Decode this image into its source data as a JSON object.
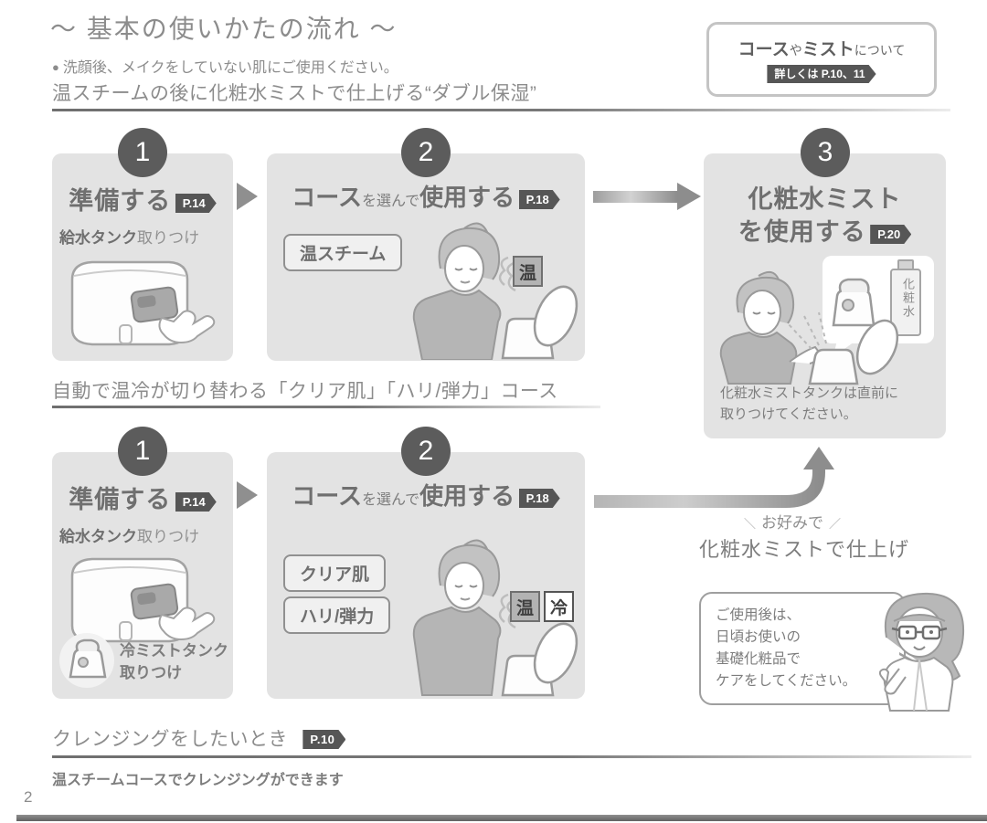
{
  "page": {
    "title": "～ 基本の使いかたの流れ ～",
    "note": "洗顔後、メイクをしていない肌にご使用ください。",
    "number": "2"
  },
  "icons": {
    "bullet": "●"
  },
  "info_box": {
    "part_bold1": "コース",
    "part_small1": "や",
    "part_bold2": "ミスト",
    "part_small2": "について",
    "badge": "詳しくは P.10、11"
  },
  "sections": {
    "double_moist": "温スチームの後に化粧水ミストで仕上げる“ダブル保湿”",
    "auto_course": "自動で温冷が切り替わる「クリア肌」「ハリ/弾力」コース"
  },
  "steps": {
    "prepare": {
      "number": "1",
      "title": "準備する",
      "page_badge": "P.14",
      "caption_bold": "給水タンク",
      "caption_rest": "取りつけ"
    },
    "course": {
      "number": "2",
      "title_main1": "コース",
      "title_small": "を選んで",
      "title_main2": "使用する",
      "page_badge": "P.18",
      "label_steam": "温スチーム",
      "label_clear": "クリア肌",
      "label_firm": "ハリ/弾力",
      "badge_warm": "温",
      "badge_cold": "冷"
    },
    "mist": {
      "number": "3",
      "title_line1": "化粧水ミスト",
      "title_line2": "を使用する",
      "page_badge": "P.20",
      "bottle_label": "化粧水",
      "caption_line1": "化粧水ミストタンクは直前に",
      "caption_line2": "取りつけてください。"
    },
    "cold_tank": {
      "line1": "冷ミストタンク",
      "line2": "取りつけ"
    }
  },
  "optional_mist": {
    "decor_left": "＼",
    "label": "お好みで",
    "decor_right": "／",
    "text": "化粧水ミストで仕上げ"
  },
  "advice": {
    "line1": "ご使用後は、",
    "line2": "日頃お使いの",
    "line3": "基礎化粧品で",
    "line4": "ケアをしてください。"
  },
  "cleansing": {
    "heading": "クレンジングをしたいとき",
    "page_badge": "P.10",
    "body": "温スチームコースでクレンジングができます"
  },
  "colors": {
    "box_bg": "#e3e3e3",
    "dark_circle": "#5c5c5c",
    "badge_bg": "#565656",
    "heading_gray": "#8c8c8c",
    "body_gray": "#6f6f6f"
  }
}
